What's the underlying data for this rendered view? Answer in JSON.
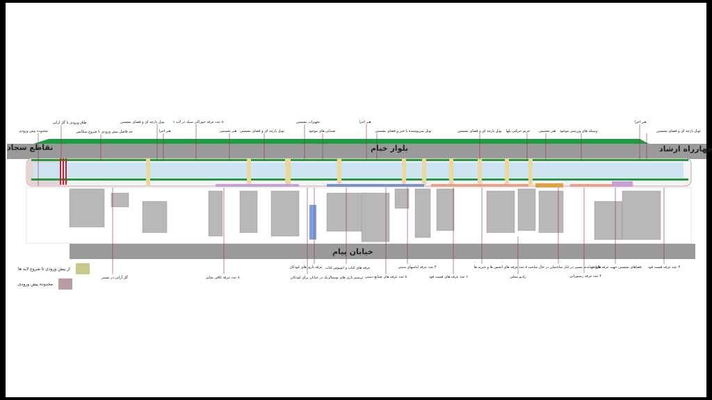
{
  "roads": {
    "left": "تقاطع سجاد",
    "top": "بلوار خیام",
    "right": "چهارراه ارشاد",
    "bottom": "خیابان پیام"
  },
  "top_labels": [
    "محدوده پیش ورودی",
    "طاق ورودی با گل آرایی",
    "حد فاصل پیش ورودی تا شروع سکانس",
    "تونل پارچه ای و فضای نشستن",
    "هنر اجرا",
    "۸ عدد غرفه خوراکی سبک در لایه ۱",
    "هنر تجسمی",
    "تونل پارچه ای و فضای نشستن",
    "تجهیزات نشستن",
    "صندلی های موجود",
    "هنر اجرا",
    "تونل سرپوشیده با چتر و فضای نشستن",
    "تونل پارچه ای و فضای نشستن",
    "حریم حرکتی پلها",
    "هنر تجسمی",
    "وسیله های ورزشی موجود",
    "هنر اجرا",
    "تونل پارچه ای و فضای نشستن"
  ],
  "bottom_labels": [
    "گل آرایی در مسیر",
    "۸ عدد غرفه کافی شاپی",
    "غرفه بازی های کودکان",
    "ترسیم بازی های نوستالژیک در خیابان برای کودکان",
    "غرفه های کتاب و اتوبوس کتاب",
    "۸ عدد غرفه های صنایع دستی",
    "۴ عدد غرفه لباسهای سنتی",
    "۶ عدد غرفه های فست فود",
    "۸ عدد غرفه های انجمن ها و خیریه ها",
    "رادیو محلی",
    "طراحی بدنه مسیر در کنار ساختمان در حال ساخت",
    "۴ عدد غرفه رستورانی",
    "فضاهای نشستن جهت غرفه های غذا",
    "۴ عدد غرفه فست فود"
  ],
  "legend": [
    {
      "label": "از پیش ورودی تا شروع لایه ها",
      "color": "#c9c98c"
    },
    {
      "label": "محدوده پیش ورودی",
      "color": "#b99ca1"
    }
  ],
  "colors": {
    "road": "#9a9a9a",
    "green": "#1f9a45",
    "water": "#cfe4f3",
    "building": "#b8b8b8",
    "leader": "#8b3a3a"
  }
}
